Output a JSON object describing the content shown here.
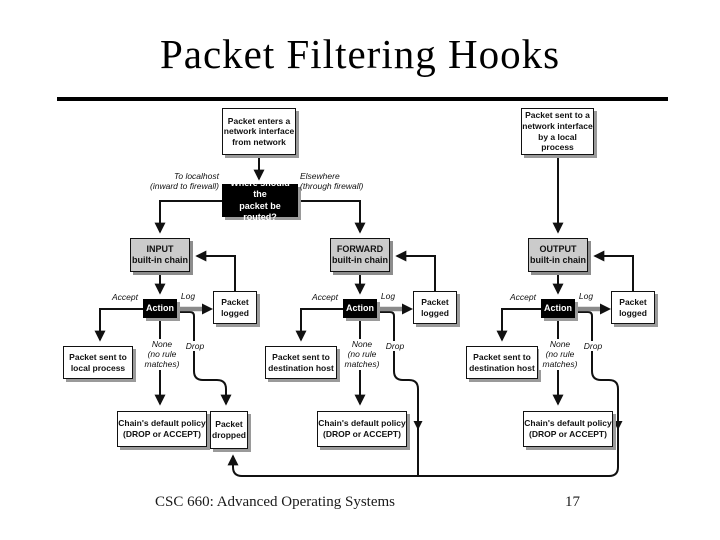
{
  "slide": {
    "title": "Packet Filtering Hooks",
    "footer": "CSC 660: Advanced Operating Systems",
    "page_number": "17"
  },
  "colors": {
    "background": "#ffffff",
    "chain_box_bg": "#cbcbcb",
    "decision_box_bg": "#000000",
    "box_shadow": "#9a9a9a",
    "line": "#111111",
    "log_arrow_shaft": "#8a8a8a"
  },
  "diagram": {
    "nodes": {
      "enter_network": "Packet enters a\nnetwork interface\nfrom network",
      "sent_by_process": "Packet sent to a\nnetwork interface\nby a local process",
      "routing_decision": "Where should the\npacket be routed?",
      "input_chain": "INPUT\nbuilt-in chain",
      "forward_chain": "FORWARD\nbuilt-in chain",
      "output_chain": "OUTPUT\nbuilt-in chain",
      "action": "Action",
      "packet_logged": "Packet\nlogged",
      "sent_local_process": "Packet sent to\nlocal process",
      "sent_destination_host": "Packet sent to\ndestination host",
      "default_policy": "Chain's default policy\n(DROP or ACCEPT)",
      "packet_dropped": "Packet\ndropped"
    },
    "edge_labels": {
      "to_localhost": "To localhost\n(inward to firewall)",
      "elsewhere": "Elsewhere\n(through firewall)",
      "accept": "Accept",
      "log": "Log",
      "none": "None\n(no rule\nmatches)",
      "drop": "Drop"
    }
  }
}
